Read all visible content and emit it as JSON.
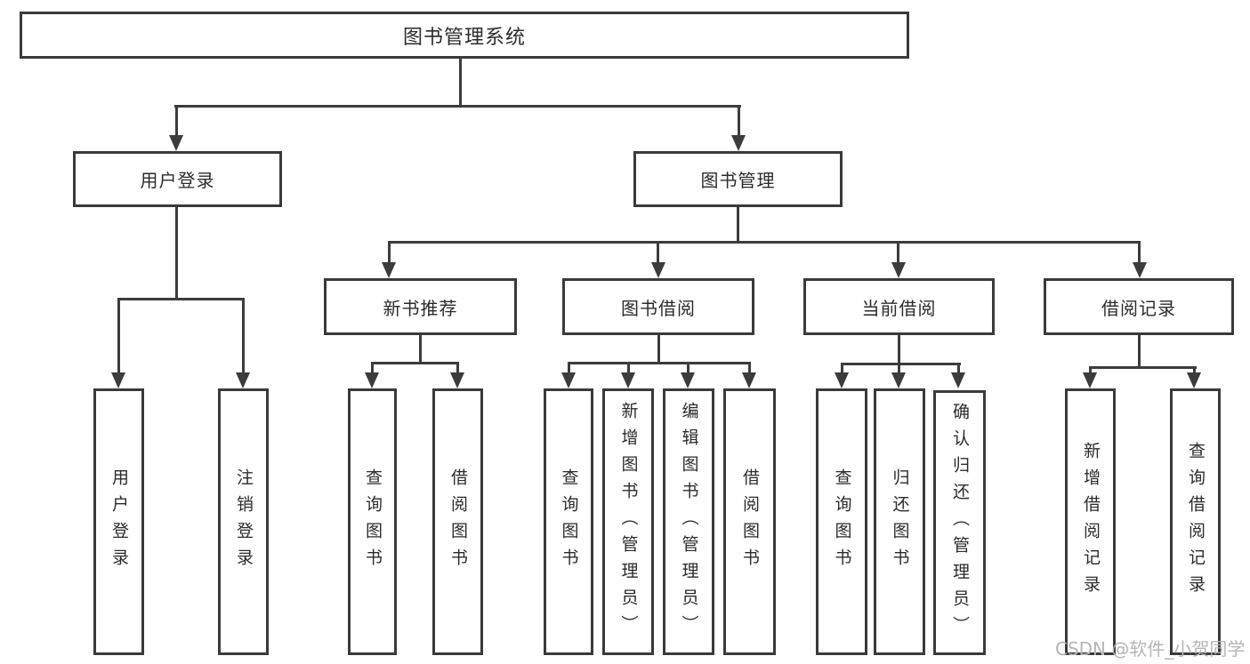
{
  "diagram": {
    "watermark": "CSDN @软件_小贺同学",
    "colors": {
      "background": "#ffffff",
      "line": "#3c3c3c",
      "box_border": "#3a3a3a",
      "text": "#2b2b2b",
      "watermark": "#b5b5b5"
    },
    "tree": {
      "root": {
        "label": "图书管理系统",
        "children": [
          {
            "label": "用户登录",
            "children": [
              {
                "label": "用户登录"
              },
              {
                "label": "注销登录"
              }
            ]
          },
          {
            "label": "图书管理",
            "children": [
              {
                "label": "新书推荐",
                "children": [
                  {
                    "label": "查询图书"
                  },
                  {
                    "label": "借阅图书"
                  }
                ]
              },
              {
                "label": "图书借阅",
                "children": [
                  {
                    "label": "查询图书"
                  },
                  {
                    "label": "新增图书（管理员）"
                  },
                  {
                    "label": "编辑图书（管理员）"
                  },
                  {
                    "label": "借阅图书"
                  }
                ]
              },
              {
                "label": "当前借阅",
                "children": [
                  {
                    "label": "查询图书"
                  },
                  {
                    "label": "归还图书"
                  },
                  {
                    "label": "确认归还（管理员）"
                  }
                ]
              },
              {
                "label": "借阅记录",
                "children": [
                  {
                    "label": "新增借阅记录"
                  },
                  {
                    "label": "查询借阅记录"
                  }
                ]
              }
            ]
          }
        ]
      }
    }
  }
}
